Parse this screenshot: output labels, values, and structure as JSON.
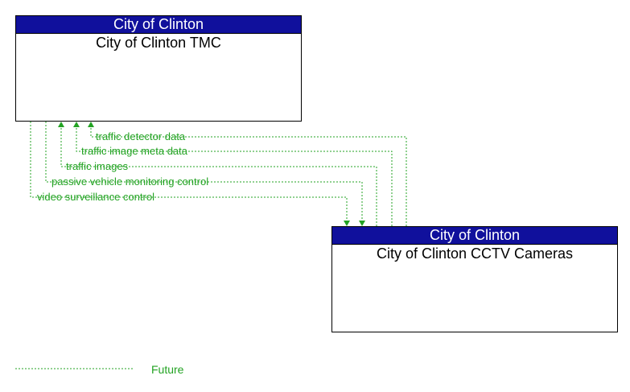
{
  "nodes": {
    "tmc": {
      "owner": "City of Clinton",
      "name": "City of Clinton TMC"
    },
    "cctv": {
      "owner": "City of Clinton",
      "name": "City of Clinton CCTV Cameras"
    }
  },
  "flows": [
    {
      "label": "traffic detector data",
      "direction": "to-tmc"
    },
    {
      "label": "traffic image meta data",
      "direction": "to-tmc"
    },
    {
      "label": "traffic images",
      "direction": "to-tmc"
    },
    {
      "label": "passive vehicle monitoring control",
      "direction": "to-cctv"
    },
    {
      "label": "video surveillance control",
      "direction": "to-cctv"
    }
  ],
  "legend": {
    "future_label": "Future"
  },
  "colors": {
    "header": "#10109c",
    "flow": "#23a323"
  }
}
